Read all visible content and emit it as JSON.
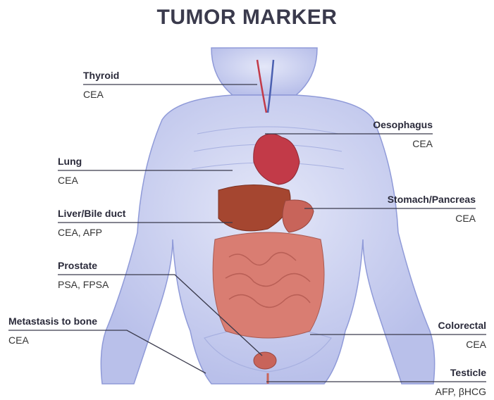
{
  "title": "TUMOR MARKER",
  "labels": [
    {
      "organ": "Thyroid",
      "markers": "CEA"
    },
    {
      "organ": "Lung",
      "markers": "CEA"
    },
    {
      "organ": "Liver/Bile duct",
      "markers": "CEA, AFP"
    },
    {
      "organ": "Prostate",
      "markers": "PSA, FPSA"
    },
    {
      "organ": "Metastasis to bone",
      "markers": "CEA"
    },
    {
      "organ": "Oesophagus",
      "markers": "CEA"
    },
    {
      "organ": "Stomach/Pancreas",
      "markers": "CEA"
    },
    {
      "organ": "Colorectal",
      "markers": "CEA"
    },
    {
      "organ": "Testicle",
      "markers": "AFP, βHCG"
    }
  ],
  "colors": {
    "body": "#c9cff0",
    "body_outline": "#8f9ad8",
    "heart": "#c23a48",
    "liver": "#a54630",
    "stomach": "#c8645a",
    "intestine": "#d97d72",
    "leader_line": "#3a3a4c"
  }
}
